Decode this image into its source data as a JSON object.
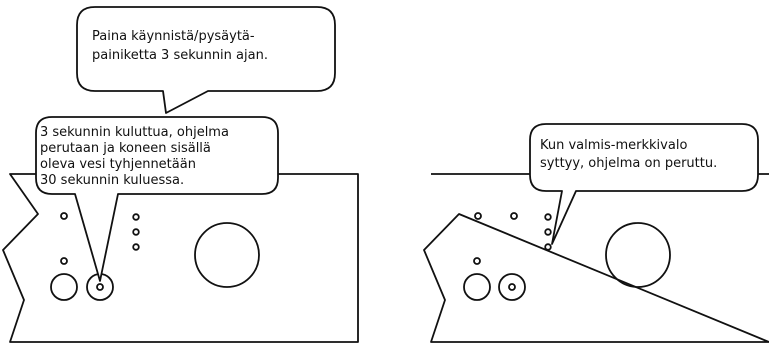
{
  "colors": {
    "line": "#111111",
    "background": "#ffffff"
  },
  "left_panel": {
    "top_callout": {
      "lines": [
        "Paina käynnistä/pysäytä-",
        "painiketta 3 sekunnin ajan."
      ]
    },
    "middle_callout": {
      "lines": [
        "3 sekunnin kuluttua, ohjelma",
        "perutaan ja koneen sisällä",
        "oleva vesi tyhjennetään",
        "30 sekunnin kuluessa."
      ]
    }
  },
  "right_panel": {
    "callout": {
      "lines": [
        "Kun valmis-merkkivalo",
        "syttyy, ohjelma on peruttu."
      ]
    }
  }
}
